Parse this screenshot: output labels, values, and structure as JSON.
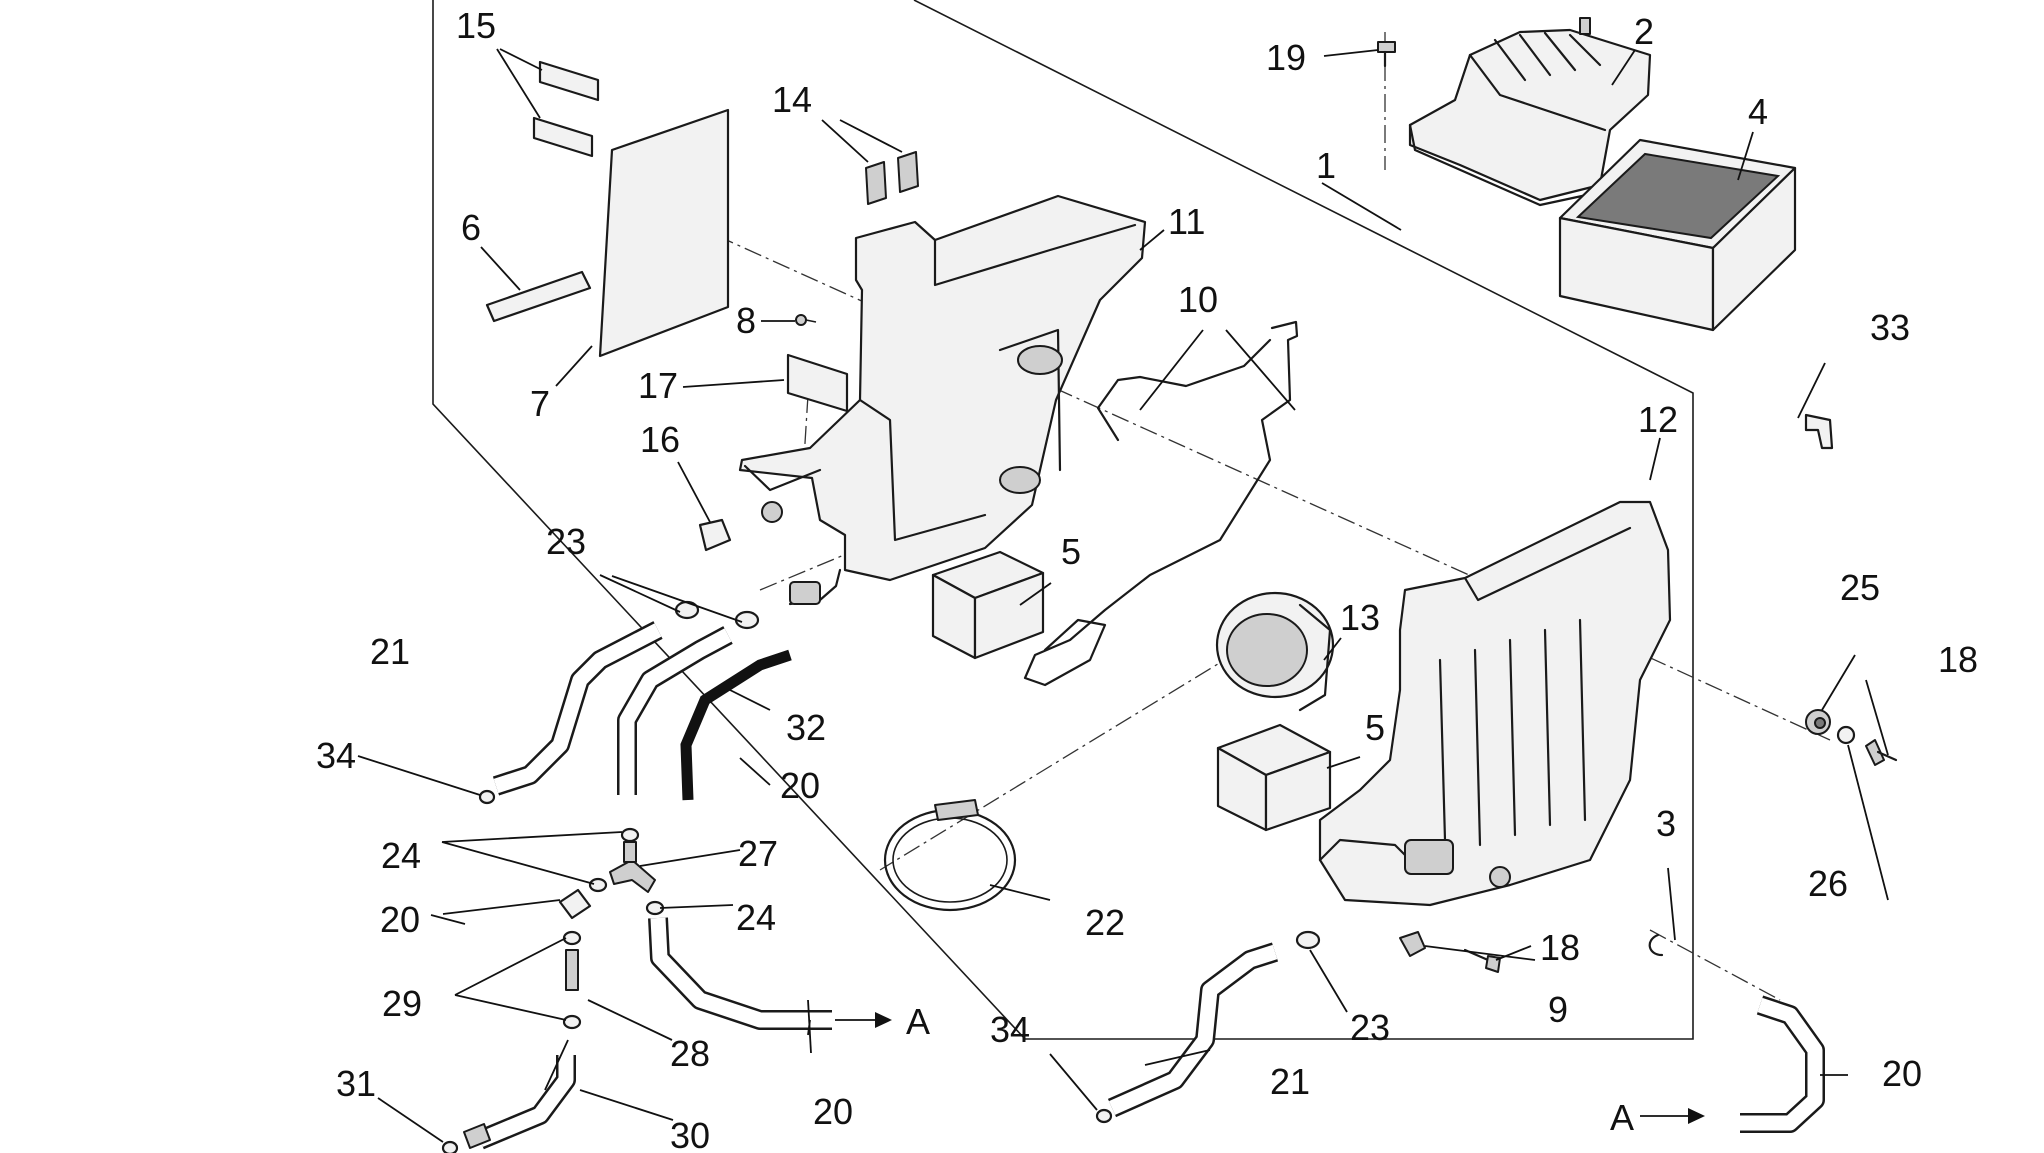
{
  "callouts": {
    "n1": "1",
    "n2": "2",
    "n3": "3",
    "n4": "4",
    "n5a": "5",
    "n5b": "5",
    "n6": "6",
    "n7": "7",
    "n8": "8",
    "n9": "9",
    "n10": "10",
    "n11": "11",
    "n12": "12",
    "n13": "13",
    "n14": "14",
    "n15": "15",
    "n16": "16",
    "n17": "17",
    "n18a": "18",
    "n18b": "18",
    "n19": "19",
    "n20a": "20",
    "n20b": "20",
    "n20c": "20",
    "n20d": "20",
    "n21a": "21",
    "n21b": "21",
    "n22": "22",
    "n23a": "23",
    "n23b": "23",
    "n24a": "24",
    "n24b": "24",
    "n25": "25",
    "n26": "26",
    "n27": "27",
    "n28": "28",
    "n29": "29",
    "n30": "30",
    "n31": "31",
    "n32": "32",
    "n33": "33",
    "n34a": "34",
    "n34b": "34"
  },
  "arrows": {
    "to_a": "A",
    "from_a": "A"
  }
}
